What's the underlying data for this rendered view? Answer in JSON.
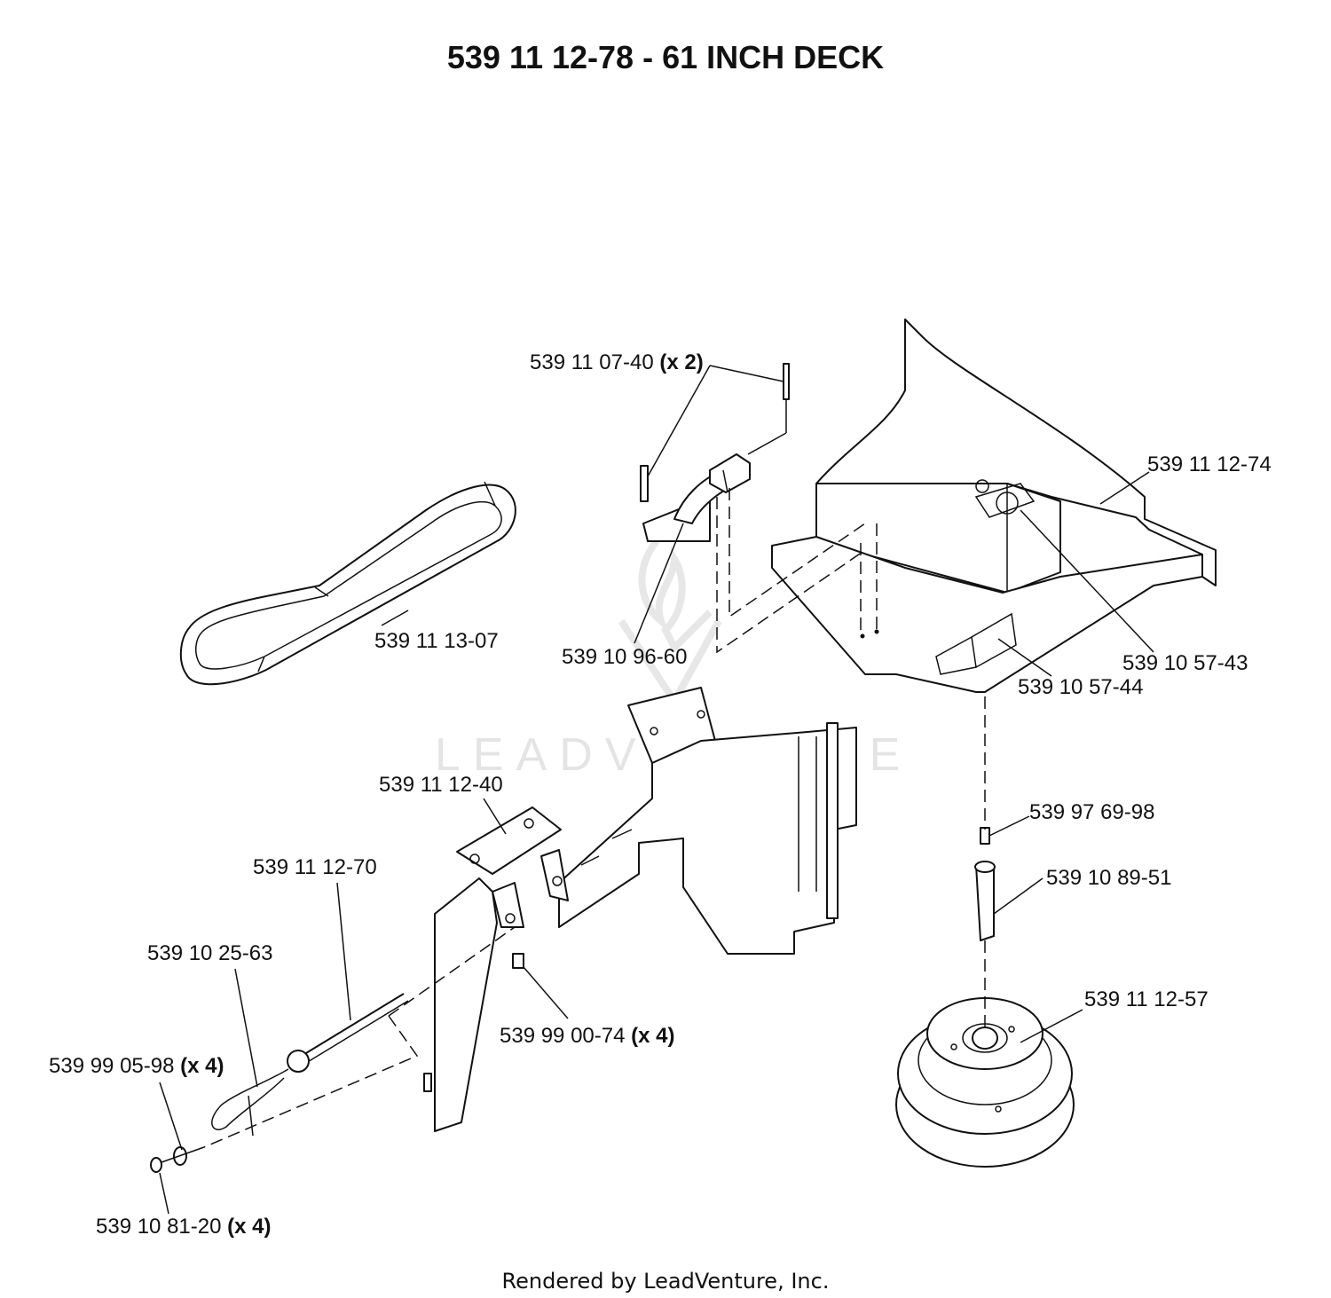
{
  "title": "539 11 12-78 - 61 INCH DECK",
  "footer": "Rendered by LeadVenture, Inc.",
  "watermark": "LEADVENTURE",
  "callouts": [
    {
      "id": "rivet",
      "part": "539 11 07-40",
      "qty": "(x 2)"
    },
    {
      "id": "belt",
      "part": "539 11 13-07",
      "qty": ""
    },
    {
      "id": "knob",
      "part": "539 10 96-60",
      "qty": ""
    },
    {
      "id": "cover",
      "part": "539 11 12-74",
      "qty": ""
    },
    {
      "id": "decal1",
      "part": "539 10 57-43",
      "qty": ""
    },
    {
      "id": "decal2",
      "part": "539 10 57-44",
      "qty": ""
    },
    {
      "id": "bracket",
      "part": "539 11 12-40",
      "qty": ""
    },
    {
      "id": "rod",
      "part": "539 11 12-70",
      "qty": ""
    },
    {
      "id": "pin",
      "part": "539 10 25-63",
      "qty": ""
    },
    {
      "id": "washer",
      "part": "539 99 05-98",
      "qty": "(x 4)"
    },
    {
      "id": "bolt",
      "part": "539 99 00-74",
      "qty": "(x 4)"
    },
    {
      "id": "nut",
      "part": "539 10 81-20",
      "qty": "(x 4)"
    },
    {
      "id": "fitting",
      "part": "539 97 69-98",
      "qty": ""
    },
    {
      "id": "spindlebolt",
      "part": "539 10 89-51",
      "qty": ""
    },
    {
      "id": "pulley",
      "part": "539 11 12-57",
      "qty": ""
    }
  ]
}
